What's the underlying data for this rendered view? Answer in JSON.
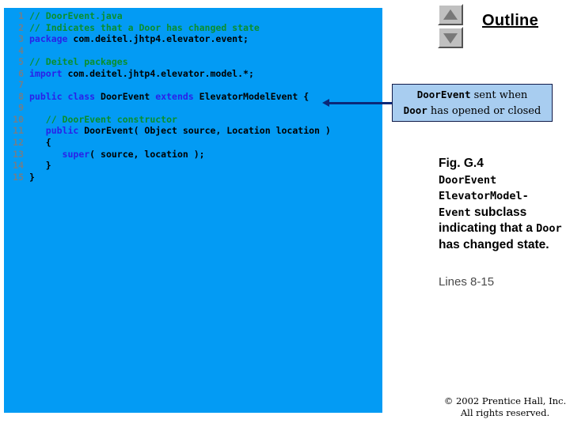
{
  "code": {
    "language": "java",
    "lines": [
      {
        "num": "1",
        "tokens": [
          {
            "t": "// DoorEvent.java",
            "c": "cm"
          }
        ],
        "indent": 0
      },
      {
        "num": "2",
        "tokens": [
          {
            "t": "// Indicates that a Door has changed state",
            "c": "cm"
          }
        ],
        "indent": 0
      },
      {
        "num": "3",
        "tokens": [
          {
            "t": "package",
            "c": "kw"
          },
          {
            "t": " com.deitel.jhtp4.elevator.event;",
            "c": "id"
          }
        ],
        "indent": 0
      },
      {
        "num": "4",
        "tokens": [],
        "indent": 0
      },
      {
        "num": "5",
        "tokens": [
          {
            "t": "// Deitel packages",
            "c": "cm"
          }
        ],
        "indent": 0
      },
      {
        "num": "6",
        "tokens": [
          {
            "t": "import",
            "c": "kw"
          },
          {
            "t": " com.deitel.jhtp4.elevator.model.*;",
            "c": "id"
          }
        ],
        "indent": 0
      },
      {
        "num": "7",
        "tokens": [],
        "indent": 0
      },
      {
        "num": "8",
        "tokens": [
          {
            "t": "public class",
            "c": "kw"
          },
          {
            "t": " DoorEvent ",
            "c": "id"
          },
          {
            "t": "extends",
            "c": "kw"
          },
          {
            "t": " ElevatorModelEvent {",
            "c": "id"
          }
        ],
        "indent": 0
      },
      {
        "num": "9",
        "tokens": [],
        "indent": 0
      },
      {
        "num": "10",
        "tokens": [
          {
            "t": "// DoorEvent constructor",
            "c": "cm"
          }
        ],
        "indent": 3
      },
      {
        "num": "11",
        "tokens": [
          {
            "t": "public",
            "c": "kw"
          },
          {
            "t": " DoorEvent( Object source, Location location )",
            "c": "id"
          }
        ],
        "indent": 3
      },
      {
        "num": "12",
        "tokens": [
          {
            "t": "{",
            "c": "id"
          }
        ],
        "indent": 3
      },
      {
        "num": "13",
        "tokens": [
          {
            "t": "super",
            "c": "kw"
          },
          {
            "t": "( source, location );",
            "c": "id"
          }
        ],
        "indent": 6
      },
      {
        "num": "14",
        "tokens": [
          {
            "t": "}",
            "c": "id"
          }
        ],
        "indent": 3
      },
      {
        "num": "15",
        "tokens": [
          {
            "t": "}",
            "c": "id"
          }
        ],
        "indent": 0
      }
    ]
  },
  "callout": {
    "line1_code": "DoorEvent",
    "line1_text": " sent when",
    "line2_code": "Door",
    "line2_text": " has opened or closed"
  },
  "panel": {
    "outline_title": "Outline",
    "scroll_up_icon": "triangle-up-icon",
    "scroll_down_icon": "triangle-down-icon"
  },
  "caption": {
    "fig_label": "Fig. G.4",
    "code1": "DoorEvent",
    "code2": "ElevatorModel-",
    "code3": "Event",
    "text1": " subclass indicating that a ",
    "code4": "Door",
    "text2": " has changed state.",
    "lines_ref": "Lines 8-15"
  },
  "footer": {
    "copyright": "© 2002 Prentice Hall, Inc.",
    "rights": "All rights reserved."
  },
  "colors": {
    "code_background": "#039bf4",
    "comment": "#0a8f2d",
    "keyword": "#2a22e8",
    "identifier": "#000000",
    "line_number": "#6f7f8c",
    "callout_bg": "#a8cdf0",
    "callout_border": "#111b4a",
    "arrow": "#0b2878",
    "button_face": "#c0c0c0"
  }
}
